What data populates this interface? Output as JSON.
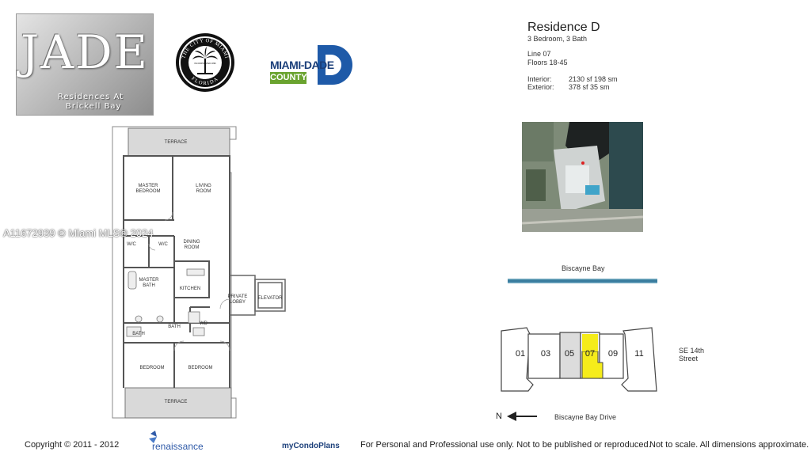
{
  "logo": {
    "brand": "JADE",
    "subline1": "Residences At",
    "subline2": "Brickell Bay"
  },
  "seal": {
    "top_text": "THE CITY OF MIAMI",
    "bottom_text": "FLORIDA",
    "center_text": "INCORPORATED 1896"
  },
  "county_logo": {
    "line1": "MIAMI-DADE",
    "line2": "COUNTY"
  },
  "residence": {
    "title": "Residence D",
    "beds_baths": "3 Bedroom, 3 Bath",
    "line": "Line 07",
    "floors": "Floors 18-45",
    "interior_label": "Interior:",
    "interior_value": "2130 sf 198 sm",
    "exterior_label": "Exterior:",
    "exterior_value": "378 sf 35 sm"
  },
  "watermark": "A11672939 © Miami MLS® 2024",
  "floorplan_labels": {
    "terrace_top": "TERRACE",
    "master_bedroom_1": "MASTER",
    "master_bedroom_2": "BEDROOM",
    "living_1": "LIVING",
    "living_2": "ROOM",
    "wic_left": "W/C",
    "wic_right": "W/C",
    "dining_1": "DINING",
    "dining_2": "ROOM",
    "master_bath_1": "MASTER",
    "master_bath_2": "BATH",
    "kitchen": "KITCHEN",
    "private_lobby_1": "PRIVATE",
    "private_lobby_2": "LOBBY",
    "elevator": "ELEVATOR",
    "bath_small": "BATH",
    "bath_mid": "BATH",
    "wd": "WD",
    "bedroom_left": "BEDROOM",
    "bedroom_right": "BEDROOM",
    "terrace_bottom": "TERRACE"
  },
  "keyplan": {
    "bay_label": "Biscayne Bay",
    "street_label_1": "SE 14th",
    "street_label_2": "Street",
    "drive_label": "Biscayne Bay Drive",
    "north": "N",
    "units": [
      "01",
      "03",
      "05",
      "07",
      "09",
      "11"
    ],
    "highlight_unit": "07",
    "highlight_color": "#f5ec1a"
  },
  "footer": {
    "copyright": "Copyright © 2011 - 2012",
    "renaissance": "renaissance",
    "mycondoplans": "myCondoPlans",
    "usage": "For Personal and Professional use only.  Not to be published or reproduced.",
    "scale": "Not to scale.  All dimensions approximate."
  },
  "colors": {
    "county_blue": "#1e5aa8",
    "county_green": "#6aa32f",
    "bay_blue": "#2a7095"
  }
}
